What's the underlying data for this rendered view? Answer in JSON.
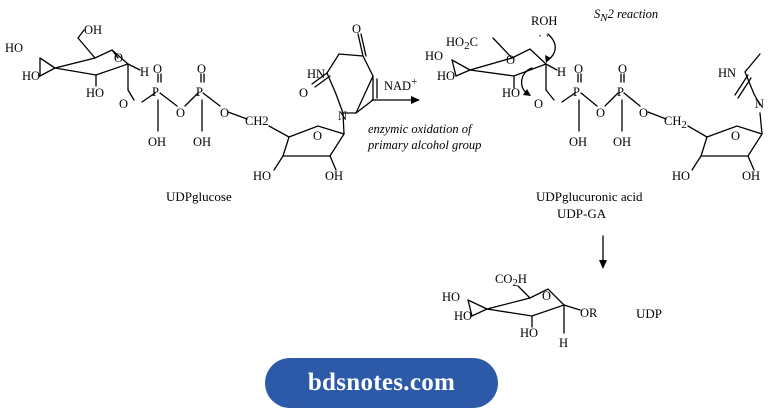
{
  "reactant": {
    "name": "UDPglucose",
    "atoms": {
      "oh_top": "OH",
      "oh_c4": "HO",
      "oh_c3": "HO",
      "oh_c2": "HO",
      "ring_o": "O",
      "anomeric_h": "H",
      "o_link1": "O",
      "p1": "P",
      "p1_top_o": "O",
      "p1_oh": "OH",
      "o_link2": "O",
      "p2": "P",
      "p2_top_o": "O",
      "p2_oh": "OH",
      "o_link3": "O",
      "ch2": "CH2",
      "ribose_o": "O",
      "ribose_oh1": "HO",
      "ribose_oh2": "OH",
      "uracil_o4": "O",
      "uracil_hn": "HN",
      "uracil_o2": "O",
      "uracil_n1": "N"
    }
  },
  "arrow1": {
    "reagent": "NAD",
    "reagent_sup": "+",
    "caption_line1": "enzymic oxidation of",
    "caption_line2": "primary alcohol group"
  },
  "intermediate": {
    "name_line1": "UDPglucuronic acid",
    "name_line2": "UDP-GA",
    "reaction_label": "S",
    "reaction_label_sub": "N",
    "reaction_label_rest": "2 reaction",
    "atoms": {
      "cooh": "HO2C",
      "ring_o": "O",
      "oh_c4": "HO",
      "oh_c3": "HO",
      "oh_c2": "HO",
      "anomeric_h": "H",
      "roh": "ROH",
      "o_link1": "O",
      "p1": "P",
      "p1_top_o": "O",
      "p1_oh": "OH",
      "o_link2": "O",
      "p2": "P",
      "p2_top_o": "O",
      "p2_oh": "OH",
      "o_link3": "O",
      "ch2": "CH2",
      "ribose_o": "O",
      "ribose_oh1": "HO",
      "ribose_oh2": "OH",
      "uracil_hn": "HN",
      "uracil_n": "N"
    }
  },
  "product": {
    "atoms": {
      "co2h": "CO2H",
      "ring_o": "O",
      "oh_c4": "HO",
      "oh_c3": "HO",
      "oh_c2": "HO",
      "or": "OR",
      "anomeric_h": "H"
    },
    "byproduct": "UDP"
  },
  "banner": {
    "text": "bdsnotes.com",
    "color": "#2c5aa8"
  }
}
